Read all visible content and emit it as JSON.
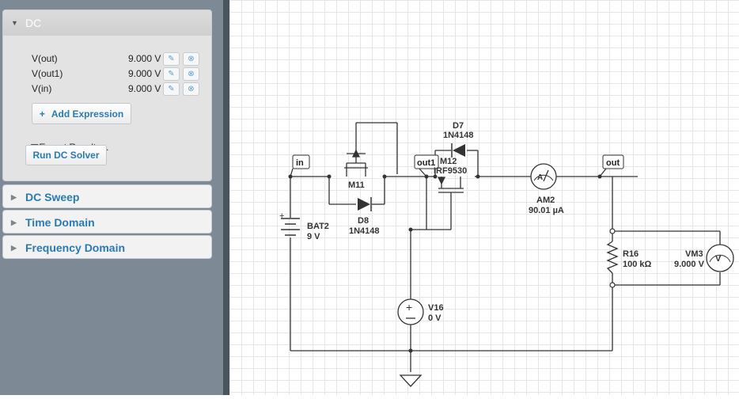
{
  "sidebar": {
    "dc": {
      "title": "DC",
      "expressions": [
        {
          "name": "V(out)",
          "value": "9.000 V"
        },
        {
          "name": "V(out1)",
          "value": "9.000 V"
        },
        {
          "name": "V(in)",
          "value": "9.000 V"
        }
      ],
      "add_expression": "Add Expression",
      "export_results": "Export Results...",
      "run_solver": "Run DC Solver"
    },
    "sections": [
      "DC Sweep",
      "Time Domain",
      "Frequency Domain"
    ]
  },
  "schematic": {
    "labels": {
      "in": "in",
      "out1": "out1",
      "out": "out"
    },
    "components": {
      "d7": {
        "name": "D7",
        "part": "1N4148"
      },
      "m11": {
        "name": "M11"
      },
      "m12": {
        "name": "M12",
        "part": "IRF9530"
      },
      "d8": {
        "name": "D8",
        "part": "1N4148"
      },
      "am2": {
        "name": "AM2",
        "value": "90.01 µA"
      },
      "bat2": {
        "name": "BAT2",
        "value": "9 V"
      },
      "r16": {
        "name": "R16",
        "value": "100 kΩ"
      },
      "vm3": {
        "name": "VM3",
        "value": "9.000 V"
      },
      "v16": {
        "name": "V16",
        "value": "0 V"
      }
    }
  },
  "colors": {
    "accent": "#2a7bb0",
    "sidebar": "#7d8a95",
    "wire": "#333333"
  }
}
